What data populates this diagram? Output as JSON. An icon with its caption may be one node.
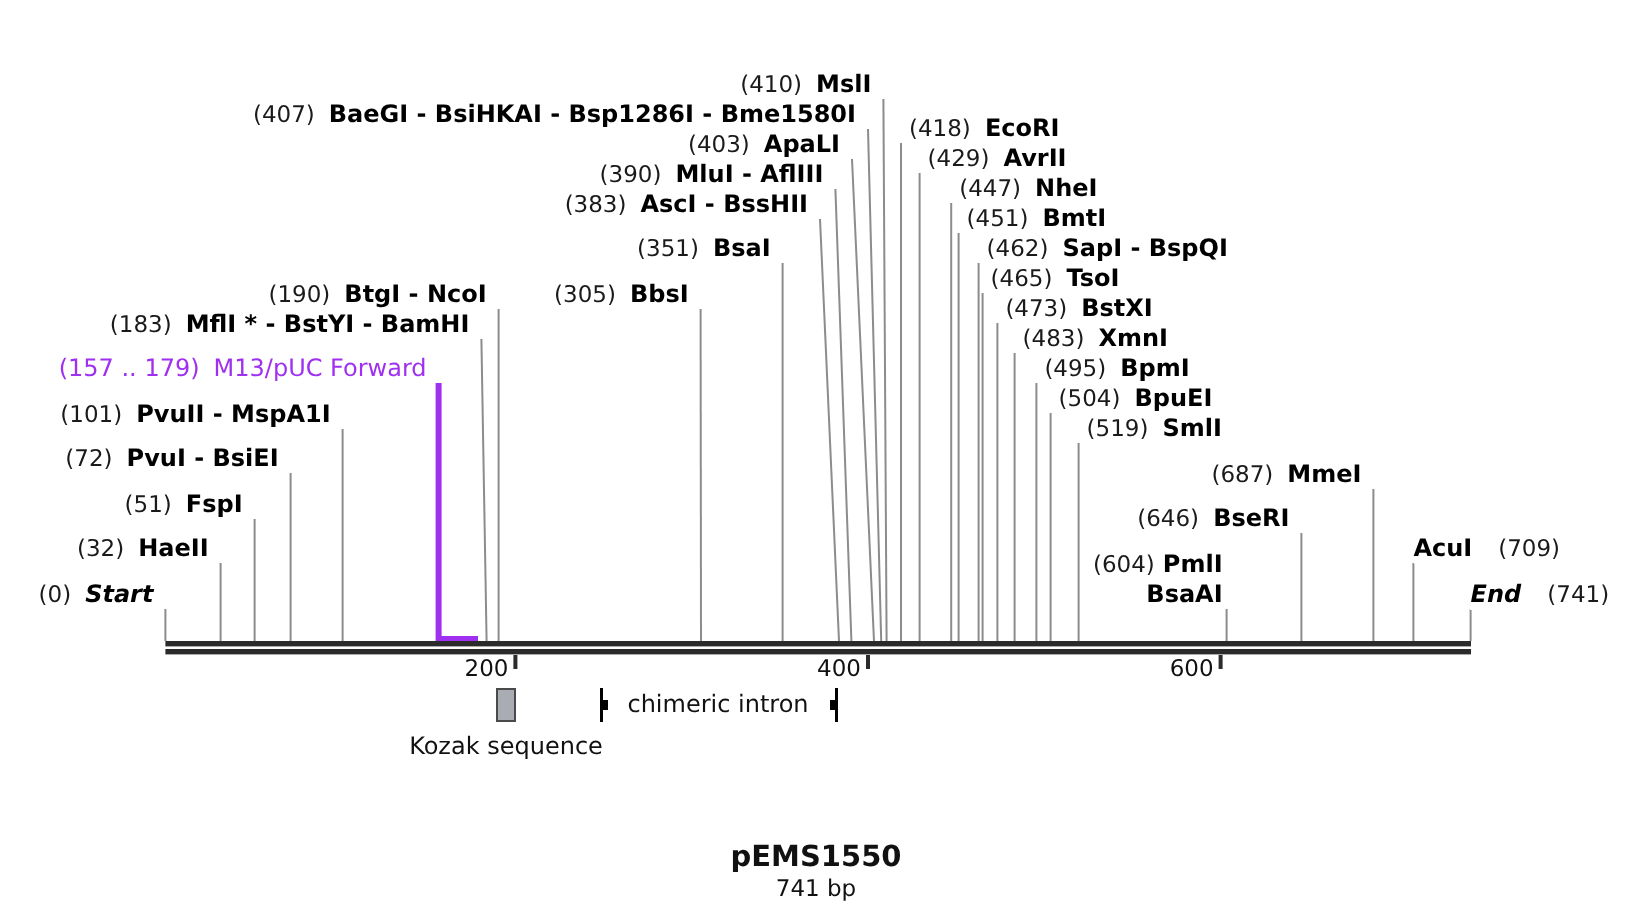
{
  "diagram": {
    "title": "pEMS1550",
    "nodes": [
      {
        "text": [
          "(0)",
          "Start"
        ]
      },
      {
        "text": [
          "(32)",
          "HaeII"
        ]
      },
      {
        "text": [
          "(51)",
          "FspI"
        ]
      },
      {
        "text": [
          "(72)",
          "PvuI - BsiEI"
        ]
      },
      {
        "text": [
          "(101)",
          "PvuII - MspA1I"
        ]
      },
      {
        "text": [
          "(157 .. 179)",
          "M13/pUC Forward"
        ]
      },
      {
        "text": [
          "(183)",
          "MflI * - BstYI - BamHI"
        ]
      },
      {
        "text": [
          "(190)",
          "BtgI - NcoI"
        ]
      },
      {
        "text": [
          "(305)",
          "BbsI"
        ]
      },
      {
        "text": [
          "(351)",
          "BsaI"
        ]
      },
      {
        "text": [
          "(383)",
          "AscI - BssHII"
        ]
      },
      {
        "text": [
          "(390)",
          "MluI - AflIII"
        ]
      },
      {
        "text": [
          "(403)",
          "ApaLI"
        ]
      },
      {
        "text": [
          "(407)",
          "BaeGI - BsiHKAI - Bsp1286I - Bme1580I"
        ]
      },
      {
        "text": [
          "(410)",
          "MslI"
        ]
      },
      {
        "text": [
          "(418)",
          "EcoRI"
        ]
      },
      {
        "text": [
          "(429)",
          "AvrII"
        ]
      },
      {
        "text": [
          "(447)",
          "NheI"
        ]
      },
      {
        "text": [
          "(451)",
          "BmtI"
        ]
      },
      {
        "text": [
          "(462)",
          "SapI - BspQI"
        ]
      },
      {
        "text": [
          "(465)",
          "TsoI"
        ]
      },
      {
        "text": [
          "(473)",
          "BstXI"
        ]
      },
      {
        "text": [
          "(483)",
          "XmnI"
        ]
      },
      {
        "text": [
          "(495)",
          "BpmI"
        ]
      },
      {
        "text": [
          "(504)",
          "BpuEI"
        ]
      },
      {
        "text": [
          "(519)",
          "SmlI"
        ]
      },
      {
        "text": [
          "(604)",
          "PmlI",
          "BsaAI"
        ]
      },
      {
        "text": [
          "(646)",
          "BseRI"
        ]
      },
      {
        "text": [
          "(687)",
          "MmeI"
        ]
      },
      {
        "text": [
          "AcuI",
          "(709)"
        ]
      },
      {
        "text": [
          "End",
          "(741)"
        ]
      },
      {
        "text": [],
        "shape": "bar"
      },
      {
        "text": [
          "Kozak sequence"
        ]
      },
      {
        "text": [
          "chimeric intron"
        ]
      }
    ],
    "edges": [
      {
        "from": 0,
        "to": 31,
        "arrow": "none"
      },
      {
        "from": 1,
        "to": 31,
        "arrow": "none"
      },
      {
        "from": 2,
        "to": 31,
        "arrow": "none"
      },
      {
        "from": 3,
        "to": 31,
        "arrow": "none"
      },
      {
        "from": 4,
        "to": 31,
        "arrow": "none"
      },
      {
        "from": 5,
        "to": 31,
        "arrow": "none",
        "style": "thick",
        "color": "#a030f0"
      },
      {
        "from": 6,
        "to": 31,
        "arrow": "none"
      },
      {
        "from": 7,
        "to": 31,
        "arrow": "none"
      },
      {
        "from": 8,
        "to": 31,
        "arrow": "none"
      },
      {
        "from": 9,
        "to": 31,
        "arrow": "none"
      },
      {
        "from": 10,
        "to": 31,
        "arrow": "none"
      },
      {
        "from": 11,
        "to": 31,
        "arrow": "none"
      },
      {
        "from": 12,
        "to": 31,
        "arrow": "none"
      },
      {
        "from": 13,
        "to": 31,
        "arrow": "none"
      },
      {
        "from": 14,
        "to": 31,
        "arrow": "none"
      },
      {
        "from": 15,
        "to": 31,
        "arrow": "none"
      },
      {
        "from": 16,
        "to": 31,
        "arrow": "none"
      },
      {
        "from": 17,
        "to": 31,
        "arrow": "none"
      },
      {
        "from": 18,
        "to": 31,
        "arrow": "none"
      },
      {
        "from": 19,
        "to": 31,
        "arrow": "none"
      },
      {
        "from": 20,
        "to": 31,
        "arrow": "none"
      },
      {
        "from": 21,
        "to": 31,
        "arrow": "none"
      },
      {
        "from": 22,
        "to": 31,
        "arrow": "none"
      },
      {
        "from": 23,
        "to": 31,
        "arrow": "none"
      },
      {
        "from": 24,
        "to": 31,
        "arrow": "none"
      },
      {
        "from": 25,
        "to": 31,
        "arrow": "none"
      },
      {
        "from": 26,
        "to": 31,
        "arrow": "none"
      },
      {
        "from": 27,
        "to": 31,
        "arrow": "none"
      },
      {
        "from": 28,
        "to": 31,
        "arrow": "none"
      },
      {
        "from": 29,
        "to": 31,
        "arrow": "none"
      },
      {
        "from": 30,
        "to": 31,
        "arrow": "none"
      }
    ],
    "labels": [
      "200",
      "400",
      "600",
      "741 bp"
    ]
  }
}
